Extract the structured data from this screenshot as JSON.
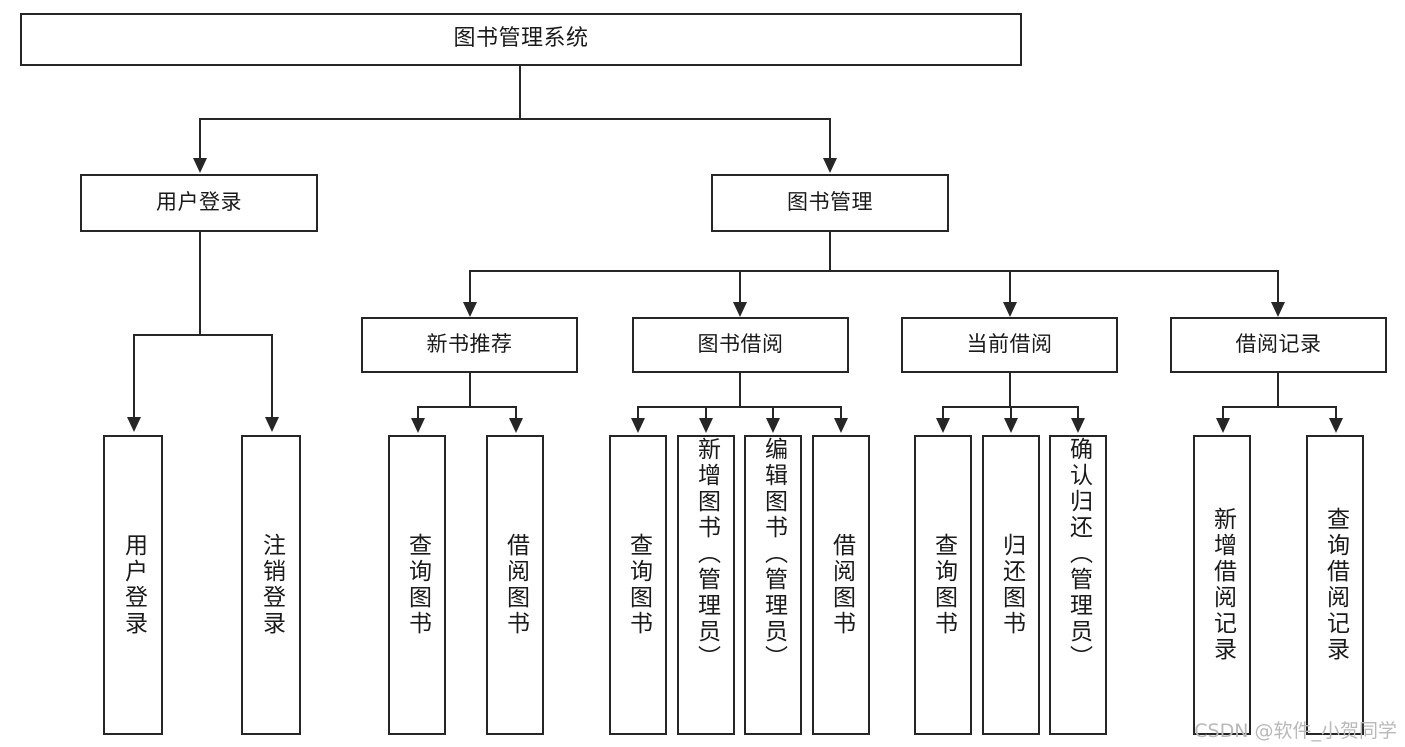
{
  "diagram": {
    "title": "图书管理系统",
    "type": "hierarchy-tree",
    "watermark": "CSDN @软件_小贺同学",
    "colors": {
      "stroke": "#262626",
      "fill": "#ffffff",
      "text": "#1a1a1a",
      "watermark": "#b9b9b9"
    },
    "levels": {
      "level0": [
        {
          "id": "root",
          "label": "图书管理系统"
        }
      ],
      "level1": [
        {
          "id": "user-login",
          "label": "用户登录"
        },
        {
          "id": "book-manage",
          "label": "图书管理"
        }
      ],
      "level2": [
        {
          "id": "new-book-rec",
          "label": "新书推荐"
        },
        {
          "id": "book-borrow",
          "label": "图书借阅"
        },
        {
          "id": "current-borrow",
          "label": "当前借阅"
        },
        {
          "id": "borrow-record",
          "label": "借阅记录"
        }
      ],
      "level3": [
        {
          "id": "leaf-user-login",
          "label": "用户登录",
          "parent": "user-login"
        },
        {
          "id": "leaf-logout",
          "label": "注销登录",
          "parent": "user-login"
        },
        {
          "id": "leaf-query-book-1",
          "label": "查询图书",
          "parent": "new-book-rec"
        },
        {
          "id": "leaf-borrow-book-1",
          "label": "借阅图书",
          "parent": "new-book-rec"
        },
        {
          "id": "leaf-query-book-2",
          "label": "查询图书",
          "parent": "book-borrow"
        },
        {
          "id": "leaf-add-book",
          "label": "新增图书（管理员）",
          "parent": "book-borrow"
        },
        {
          "id": "leaf-edit-book",
          "label": "编辑图书（管理员）",
          "parent": "book-borrow"
        },
        {
          "id": "leaf-borrow-book-2",
          "label": "借阅图书",
          "parent": "book-borrow"
        },
        {
          "id": "leaf-query-book-3",
          "label": "查询图书",
          "parent": "current-borrow"
        },
        {
          "id": "leaf-return-book",
          "label": "归还图书",
          "parent": "current-borrow"
        },
        {
          "id": "leaf-confirm-return",
          "label": "确认归还（管理员）",
          "parent": "current-borrow"
        },
        {
          "id": "leaf-add-record",
          "label": "新增借阅记录",
          "parent": "borrow-record"
        },
        {
          "id": "leaf-query-record",
          "label": "查询借阅记录",
          "parent": "borrow-record"
        }
      ]
    }
  }
}
